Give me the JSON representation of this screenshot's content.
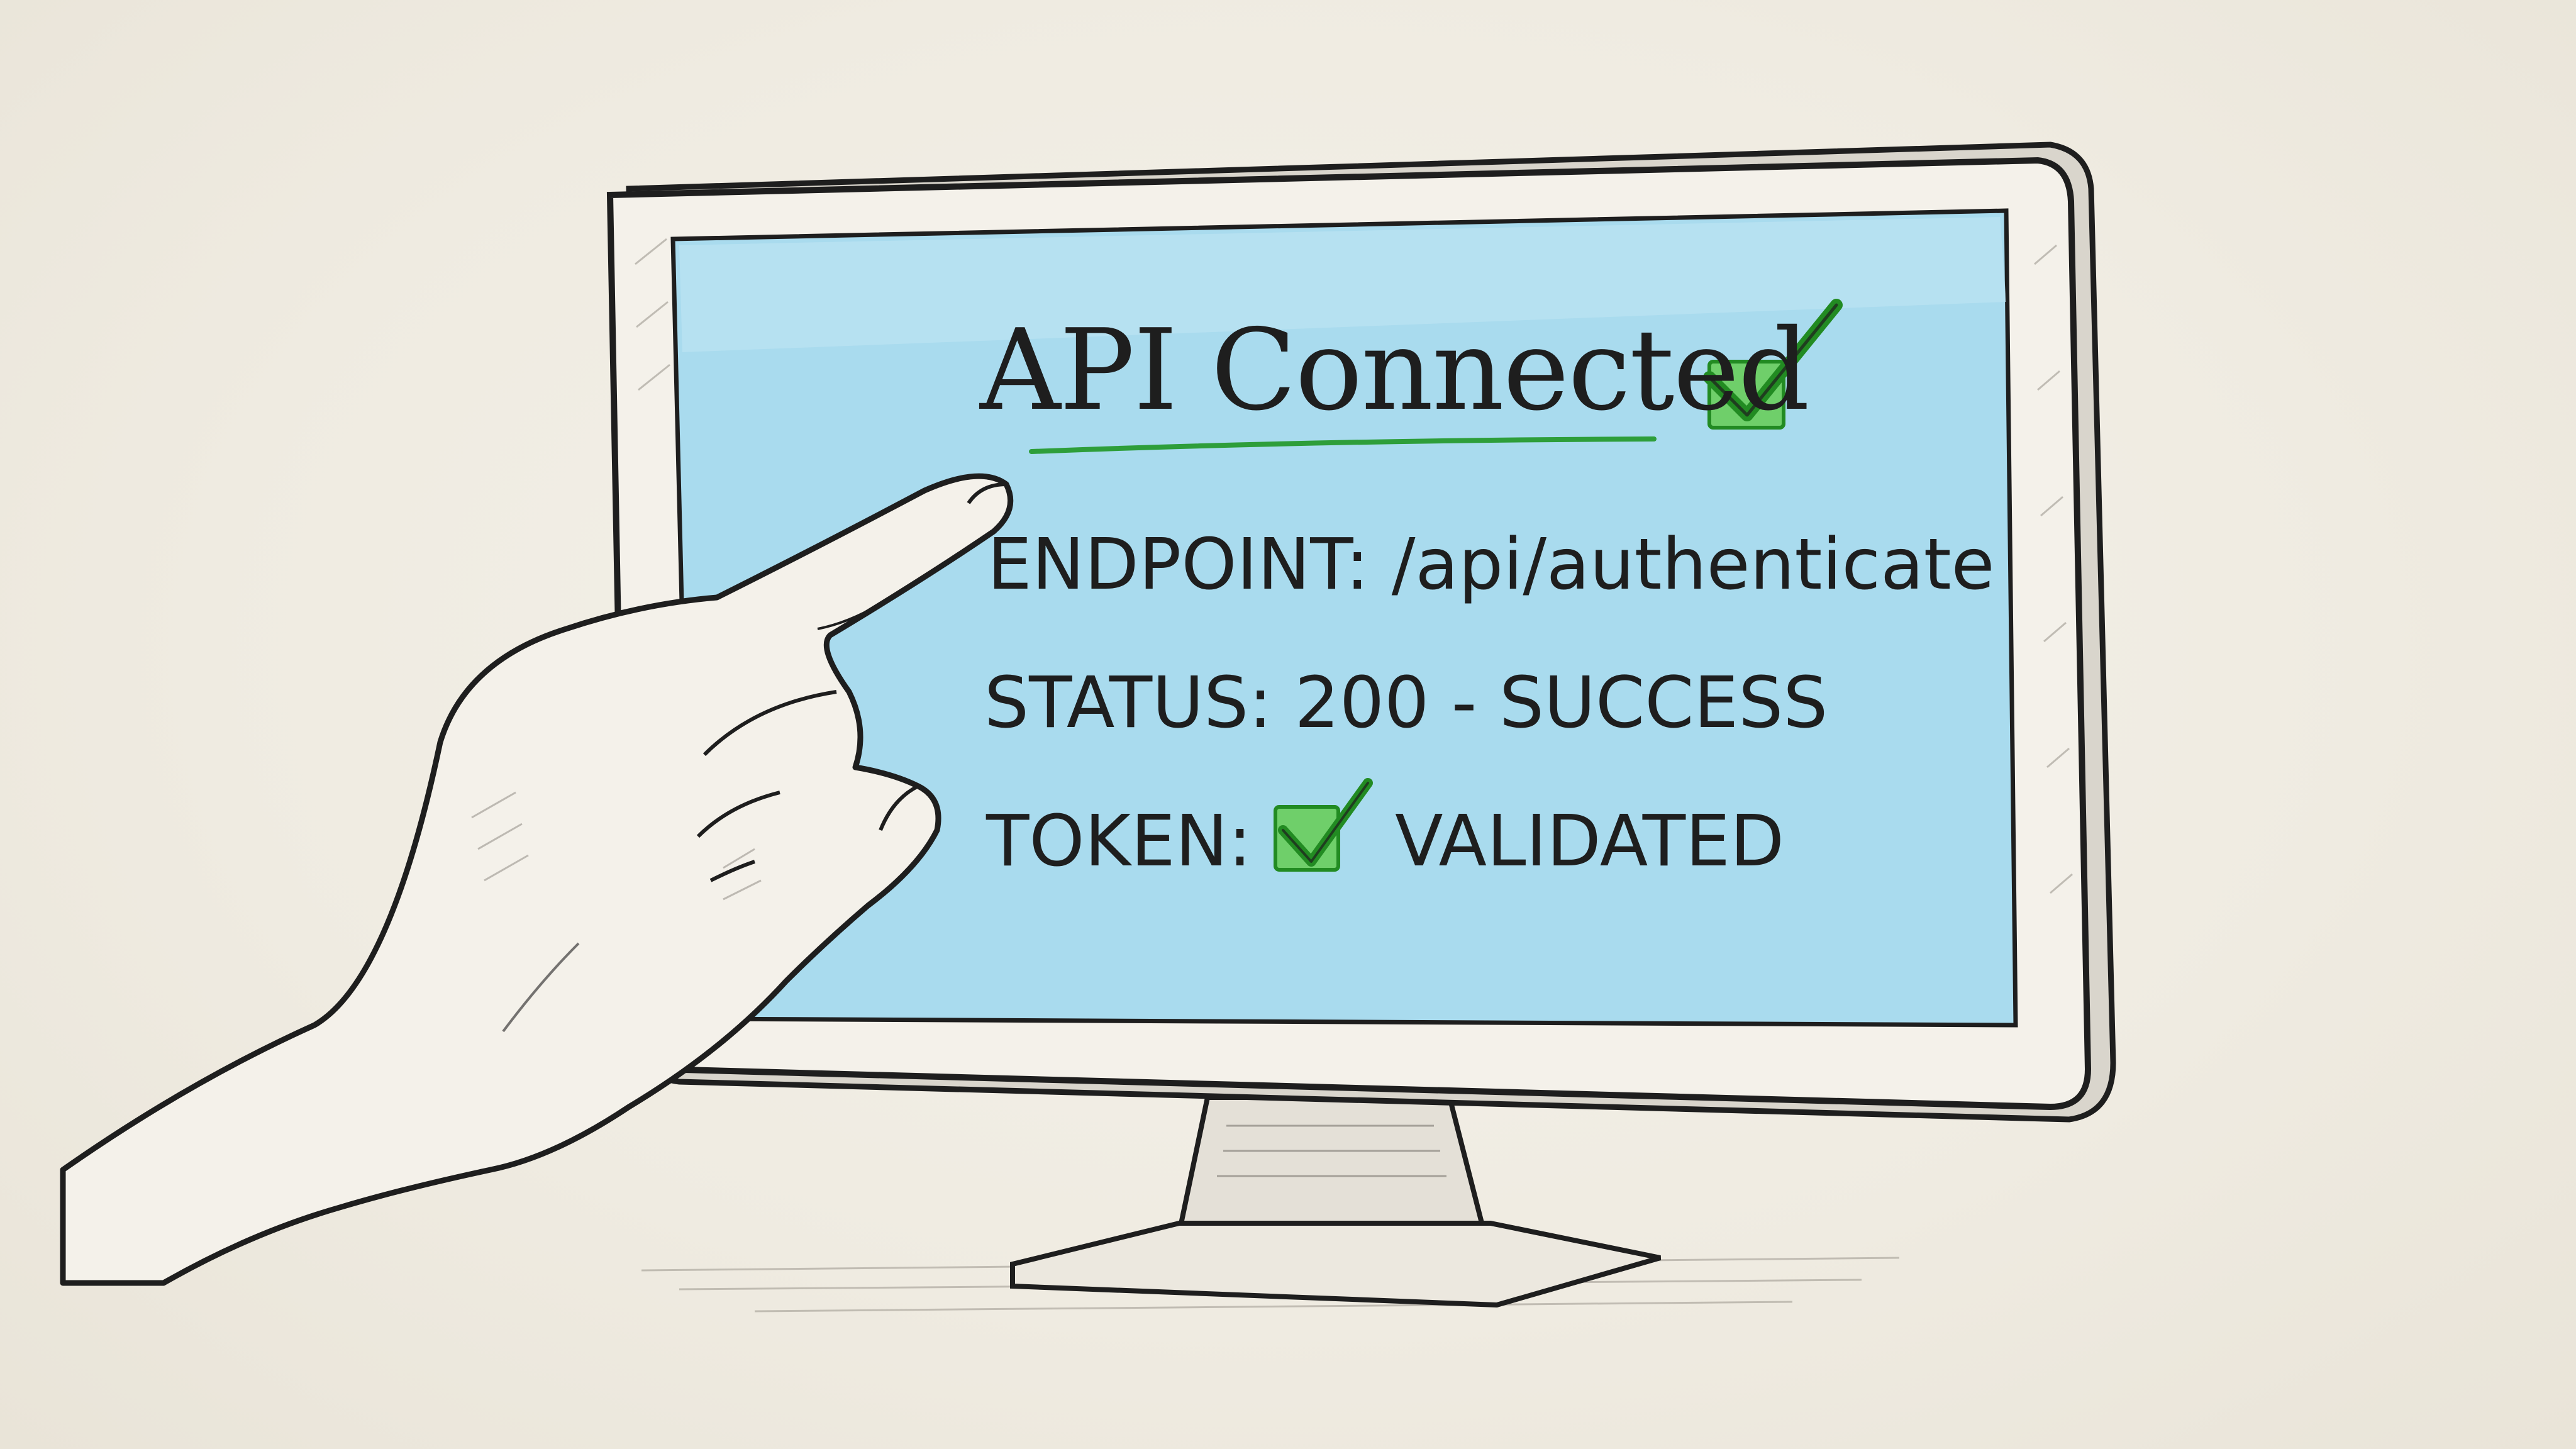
{
  "screen": {
    "title": "API Connected",
    "endpoint": "ENDPOINT: /api/authenticate",
    "status": "STATUS: 200 - SUCCESS",
    "token_label": "TOKEN:",
    "token_value": "VALIDATED"
  },
  "icons": {
    "title_check": "green-checkbox-icon",
    "token_check": "green-checkbox-icon"
  },
  "colors": {
    "background": "#efebe1",
    "screen": "#a9dbee",
    "bezel": "#f4f1ea",
    "ink": "#1e1e1e",
    "check_fill": "#6fcf6a",
    "check_stroke": "#228b22",
    "underline": "#2e9e3a"
  }
}
